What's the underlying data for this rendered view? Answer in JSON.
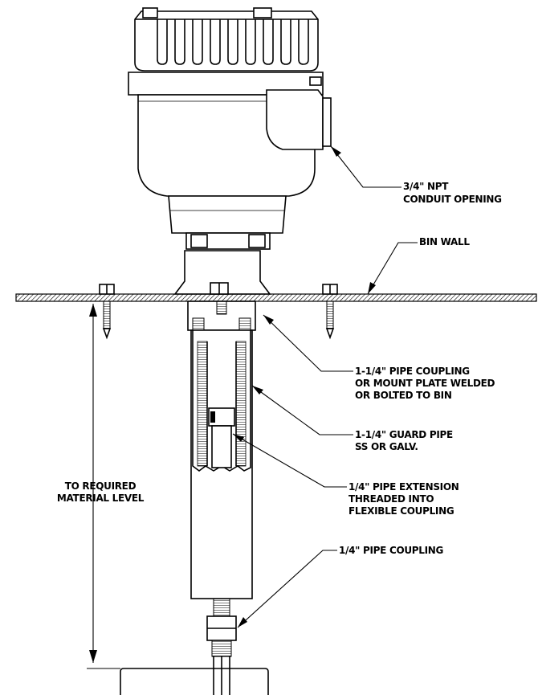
{
  "callouts": {
    "conduit_line1": "3/4\" NPT",
    "conduit_line2": "CONDUIT OPENING",
    "bin_wall": "BIN WALL",
    "coupling_line1": "1-1/4\" PIPE COUPLING",
    "coupling_line2": "OR MOUNT PLATE WELDED",
    "coupling_line3": "OR BOLTED TO BIN",
    "guard_line1": "1-1/4\" GUARD PIPE",
    "guard_line2": "SS OR GALV.",
    "extension_line1": "1/4\" PIPE EXTENSION",
    "extension_line2": "THREADED INTO",
    "extension_line3": "FLEXIBLE COUPLING",
    "small_coupling": "1/4\" PIPE COUPLING",
    "level_line1": "TO REQUIRED",
    "level_line2": "MATERIAL LEVEL"
  }
}
